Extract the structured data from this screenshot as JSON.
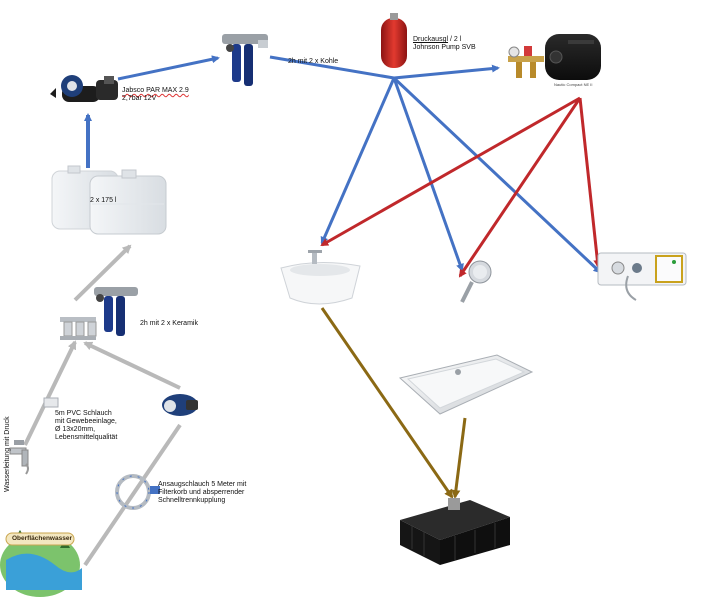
{
  "labels": {
    "jabsco_line1": "Jabsco PAR MAX 2.9",
    "jabsco_line2": "2,7bar 12V",
    "tanks": "2 x 175 l",
    "filter_top": "2h mit 2 x Kohle",
    "filter_left": "2h mit 2 x Keramik",
    "accumulator_word": "Druckausgl",
    "accumulator_rest": " / 2 l",
    "accumulator_line2": "Johnson Pump SVB",
    "heater_tag": "Nautic Compact NE II",
    "hose_line1": "5m PVC Schlauch",
    "hose_line2": "mit Gewebeeinlage,",
    "hose_line3": "Ø 13x20mm,",
    "hose_line4": "Lebensmittelqualität",
    "suction_line1": "Ansaugschlauch 5 Meter mit",
    "suction_line2": "Filterkorb und absperrender",
    "suction_line3": "Schnelltrennkupplung",
    "tap_vertical": "Wasserleitung mit Druck",
    "surface_water": "Oberflächenwasser"
  },
  "colors": {
    "cold": "#4472c4",
    "hot": "#c0282b",
    "gray": "#b9b9b9",
    "waste": "#8b6914"
  },
  "icons": [
    "jabsco-pump-icon",
    "water-tank-icon",
    "carbon-filter-icon",
    "ceramic-filter-icon",
    "pressure-accumulator-icon",
    "water-heater-icon",
    "valve-assembly-icon",
    "sink-icon",
    "shower-head-icon",
    "outdoor-shower-box-icon",
    "shower-tray-icon",
    "waste-tank-icon",
    "tap-icon",
    "pvc-hose-icon",
    "suction-pump-icon",
    "suction-hose-icon",
    "surface-water-icon"
  ]
}
